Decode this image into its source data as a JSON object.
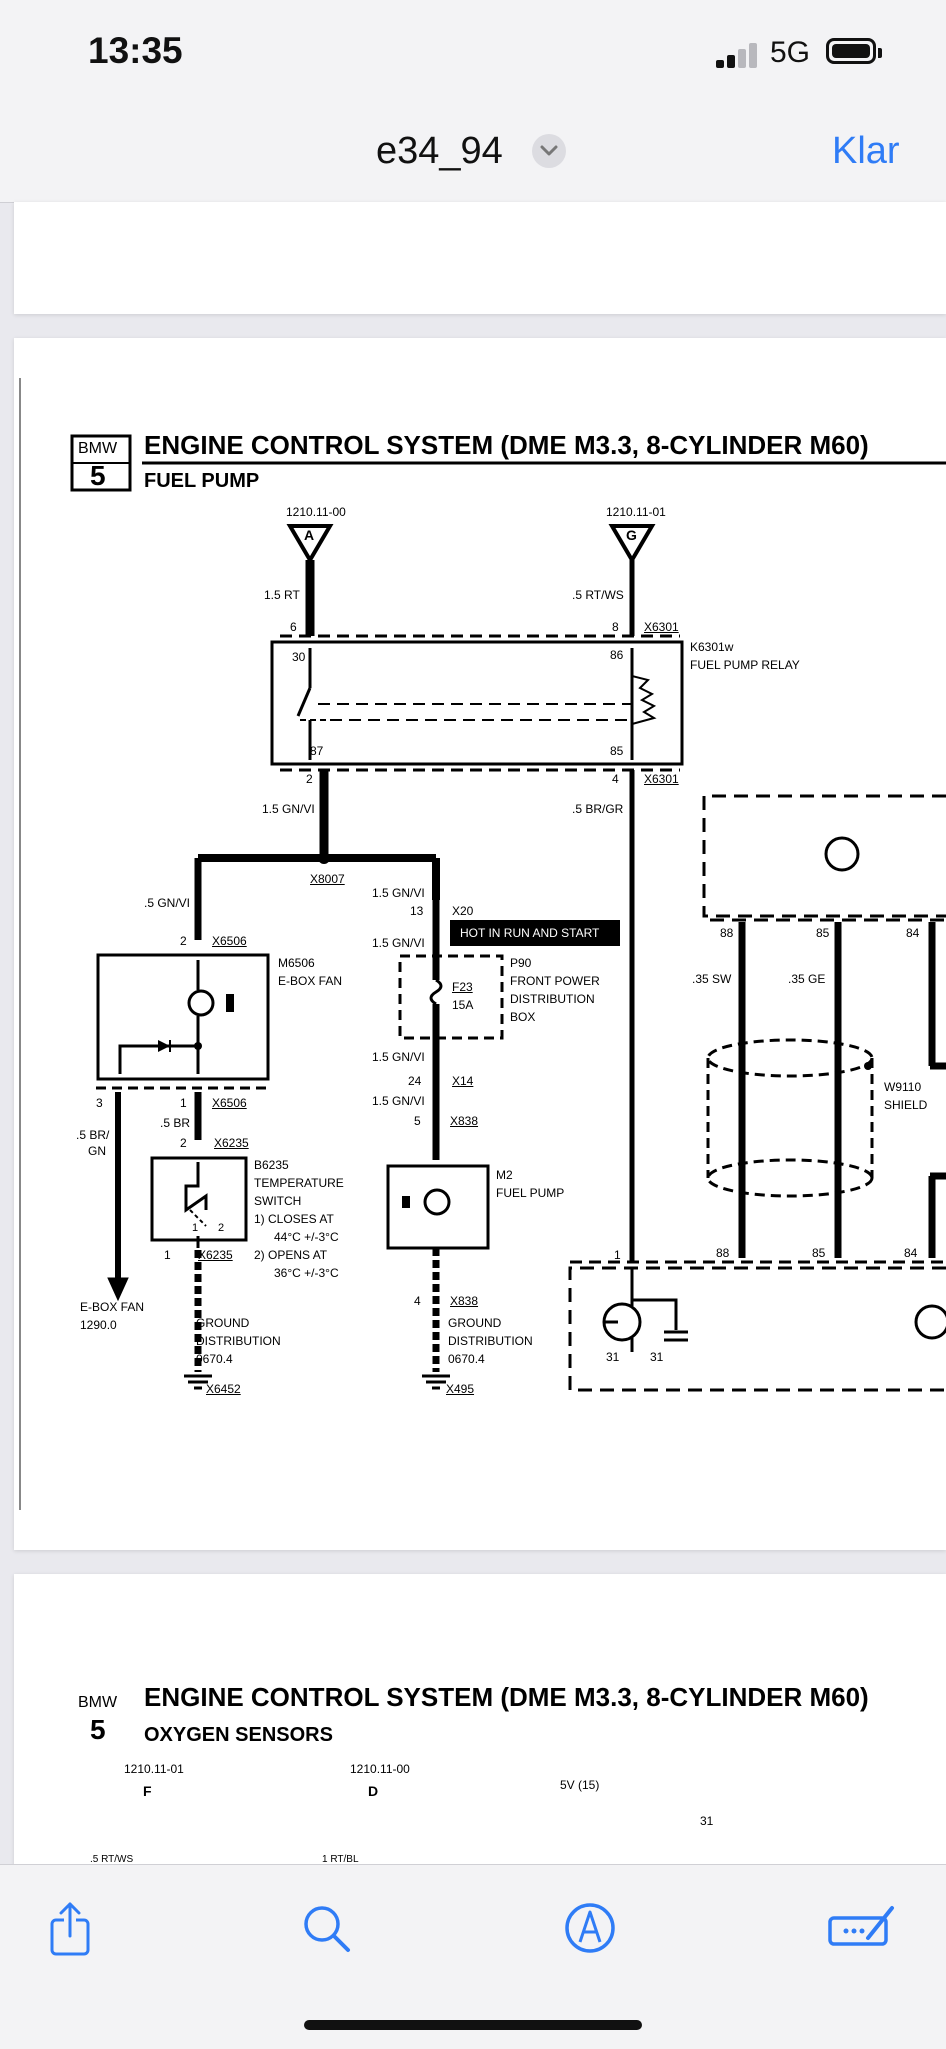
{
  "status_bar": {
    "time": "13:35",
    "network": "5G"
  },
  "nav": {
    "title": "e34_94",
    "done": "Klar"
  },
  "diagram1": {
    "brand": "BMW",
    "series": "5",
    "title": "ENGINE CONTROL SYSTEM (DME M3.3, 8-CYLINDER M60)",
    "subtitle": "FUEL PUMP",
    "conn_a_ref": "1210.11-00",
    "conn_a": "A",
    "conn_g_ref": "1210.11-01",
    "conn_g": "G",
    "w_15rt": "1.5 RT",
    "w_5rtws": ".5 RT/WS",
    "pin6": "6",
    "pin8": "8",
    "x6301_top": "X6301",
    "relay_id": "K6301w",
    "relay_name": "FUEL PUMP RELAY",
    "pin30": "30",
    "pin86": "86",
    "pin87": "87",
    "pin85": "85",
    "pin2": "2",
    "pin4": "4",
    "x6301_bot": "X6301",
    "w_15gnvi_a": "1.5 GN/VI",
    "w_5brgr": ".5 BR/GR",
    "x8007": "X8007",
    "w_5gnvi": ".5 GN/VI",
    "w_15gnvi_b": "1.5 GN/VI",
    "pin13": "13",
    "x20": "X20",
    "w_15gnvi_c": "1.5 GN/VI",
    "hot_label": "HOT IN RUN AND START",
    "fuse_id": "F23",
    "fuse_amp": "15A",
    "p90": "P90",
    "p90_name1": "FRONT POWER",
    "p90_name2": "DISTRIBUTION",
    "p90_name3": "BOX",
    "pin2_x6506": "2",
    "x6506_top": "X6506",
    "m6506": "M6506",
    "m6506_name": "E-BOX FAN",
    "pin3": "3",
    "pin1": "1",
    "x6506_bot": "X6506",
    "w_5br": ".5 BR",
    "w_5brgn1": ".5 BR/",
    "w_5brgn2": "GN",
    "pin2_x6235": "2",
    "x6235_top": "X6235",
    "b6235": "B6235",
    "b6235_name1": "TEMPERATURE",
    "b6235_name2": "SWITCH",
    "closes": "1)  CLOSES AT",
    "closes_t": "44°C +/-3°C",
    "opens": "2)  OPENS AT",
    "opens_t": "36°C +/-3°C",
    "sw1": "1",
    "sw2": "2",
    "pin1_x6235": "1",
    "x6235_bot": "X6235",
    "efan_ref1": "E-BOX FAN",
    "efan_ref2": "1290.0",
    "gnd1_a": "GROUND",
    "gnd1_b": "DISTRIBUTION",
    "gnd1_c": "0670.4",
    "x6452": "X6452",
    "w_15gnvi_d": "1.5 GN/VI",
    "pin24": "24",
    "x14": "X14",
    "w_15gnvi_e": "1.5 GN/VI",
    "pin5": "5",
    "x838_top": "X838",
    "m2": "M2",
    "m2_name": "FUEL PUMP",
    "pin4_x838": "4",
    "x838_bot": "X838",
    "gnd2_a": "GROUND",
    "gnd2_b": "DISTRIBUTION",
    "gnd2_c": "0670.4",
    "x495": "X495",
    "r88": "88",
    "r85": "85",
    "r84": "84",
    "w_35sw": ".35 SW",
    "w_35ge": ".35 GE",
    "w9110": "W9110",
    "shield": "SHIELD",
    "e1": "1",
    "e88": "88",
    "e85": "85",
    "e84": "84",
    "g31a": "31",
    "g31b": "31"
  },
  "diagram2": {
    "brand": "BMW",
    "series": "5",
    "title": "ENGINE CONTROL SYSTEM (DME M3.3, 8-CYLINDER M60)",
    "subtitle": "OXYGEN SENSORS",
    "conn_f_ref": "1210.11-01",
    "conn_f": "F",
    "conn_d_ref": "1210.11-00",
    "conn_d": "D",
    "v5": "5V (15)",
    "g31": "31",
    "w_a": ".5 RT/WS",
    "w_b": "1 RT/BL"
  }
}
